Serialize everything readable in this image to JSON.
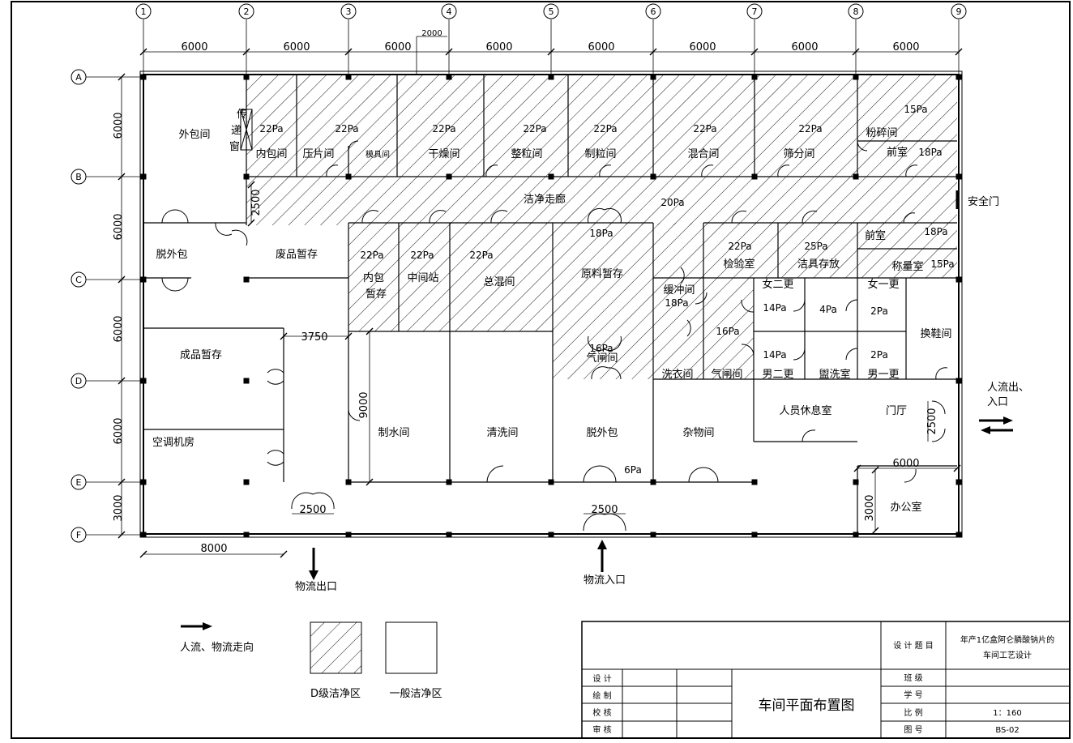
{
  "axes": {
    "columns": [
      "1",
      "2",
      "3",
      "4",
      "5",
      "6",
      "7",
      "8",
      "9"
    ],
    "rows": [
      "A",
      "B",
      "C",
      "D",
      "E",
      "F"
    ]
  },
  "dims": {
    "top": [
      "6000",
      "6000",
      "6000",
      "6000",
      "6000",
      "6000",
      "6000",
      "6000"
    ],
    "top_small": "2000",
    "left": [
      "6000",
      "6000",
      "6000",
      "6000",
      "3000"
    ],
    "corridor": "2500",
    "d3750": "3750",
    "d9000": "9000",
    "d8000": "8000",
    "gate1": "2500",
    "gate2": "2500",
    "entry": "2500",
    "office_w": "6000",
    "office_h": "3000"
  },
  "rooms": {
    "outer_pack": "外包间",
    "pass_window": "传\n递\n窗",
    "inner_pack": "内包间",
    "tablet": "压片间",
    "mold": "模具间",
    "dry": "干燥间",
    "sizing": "整粒间",
    "granulation": "制粒间",
    "mixing": "混合间",
    "sieving": "筛分间",
    "crush": "粉碎间",
    "front1": "前室",
    "corridor": "洁净走廊",
    "safety_door": "安全门",
    "unpack1": "脱外包",
    "waste": "废品暂存",
    "inner_store1": "内包",
    "inner_store2": "暂存",
    "mid_station": "中间站",
    "total_mix": "总混间",
    "raw_store": "原料暂存",
    "buffer": "缓冲间",
    "inspect": "检验室",
    "clean_store": "洁具存放",
    "front2": "前室",
    "weigh": "称量室",
    "f2": "女二更",
    "f1": "女一更",
    "shoe": "换鞋间",
    "m2": "男二更",
    "wash_room": "盥洗室",
    "m1": "男一更",
    "laundry": "洗衣间",
    "airlock1": "气闸间",
    "airlock2": "气闸间",
    "product_store": "成品暂存",
    "ac_room": "空调机房",
    "water": "制水间",
    "cleaning": "清洗间",
    "unpack2": "脱外包",
    "misc": "杂物间",
    "lounge": "人员休息室",
    "hall": "门厅",
    "office": "办公室"
  },
  "pressures": {
    "p1": "22Pa",
    "p2": "22Pa",
    "p3": "22Pa",
    "p4": "22Pa",
    "p5": "22Pa",
    "p6": "22Pa",
    "p7": "22Pa",
    "p15a": "15Pa",
    "p18a": "18Pa",
    "corr": "20Pa",
    "raw": "18Pa",
    "i1": "22Pa",
    "i2": "22Pa",
    "i3": "22Pa",
    "insp": "22Pa",
    "clean": "25Pa",
    "p18b": "18Pa",
    "p15b": "15Pa",
    "buf": "18Pa",
    "air": "16Pa",
    "air2": "16Pa",
    "f2p": "14Pa",
    "f1p": "2Pa",
    "mid4": "4Pa",
    "m2p": "14Pa",
    "m1p": "2Pa",
    "p6pa": "6Pa"
  },
  "labels": {
    "people_flow": "人流出、\n入口",
    "material_out": "物流出口",
    "material_in": "物流入口"
  },
  "legend": {
    "arrow": "人流、物流走向",
    "d_class": "D级洁净区",
    "general": "一般洁净区"
  },
  "title_block": {
    "design": "设 计",
    "draw": "绘 制",
    "check": "校 核",
    "review": "审 核",
    "drawing_name": "车间平面布置图",
    "topic_label": "设 计 题 目",
    "topic": "年产1亿盒阿仑膦酸钠片的\n车间工艺设计",
    "class_label": "班    级",
    "id_label": "学    号",
    "scale_label": "比    例",
    "no_label": "图    号",
    "scale": "1：160",
    "no": "BS-02"
  }
}
